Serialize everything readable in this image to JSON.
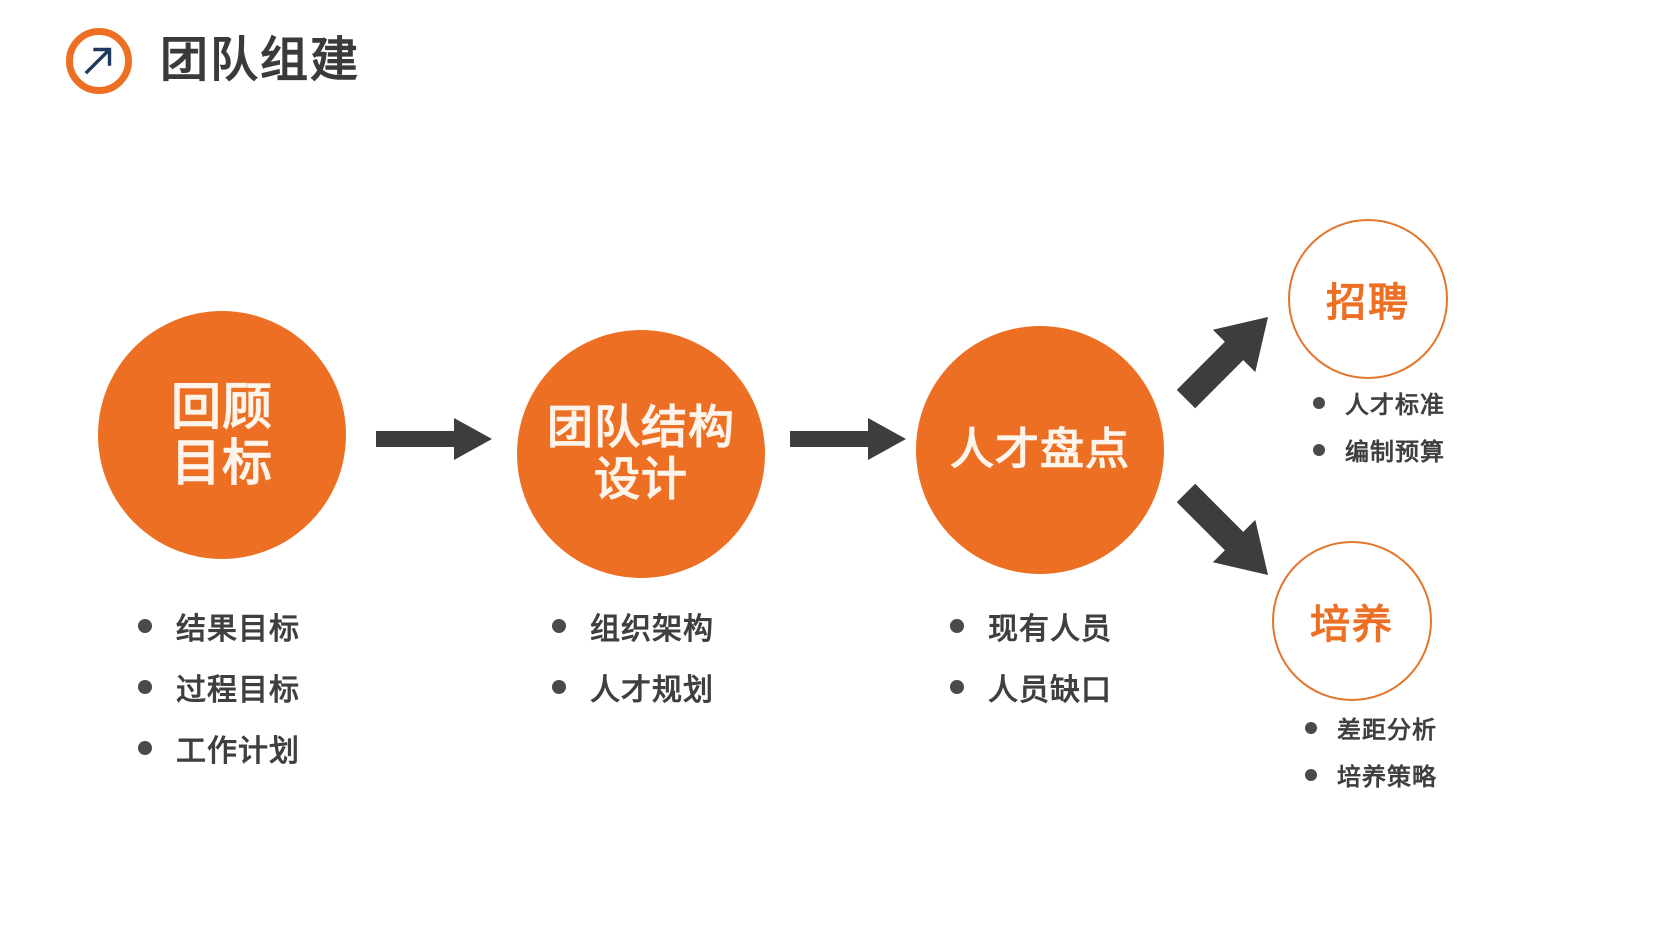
{
  "header": {
    "title": "团队组建",
    "icon": "arrow-up-right-icon",
    "icon_ring_color": "#ED6F23",
    "icon_arrow_color": "#1F3A5F",
    "title_color": "#3a3a3a"
  },
  "theme": {
    "accent_orange": "#ED6F23",
    "outline_orange": "#E2762C",
    "arrow_gray": "#3d3d3d",
    "text_dark": "#3f3f3f",
    "circle_text": "#fdf4ec",
    "background": "#ffffff"
  },
  "flow": {
    "steps": [
      {
        "id": "step-review-goals",
        "label": "回顾目标",
        "label_lines": [
          "回顾",
          "目标"
        ],
        "bullets": [
          "结果目标",
          "过程目标",
          "工作计划"
        ]
      },
      {
        "id": "step-team-structure-design",
        "label": "团队结构设计",
        "label_lines": [
          "团队结构",
          "设计"
        ],
        "bullets": [
          "组织架构",
          "人才规划"
        ]
      },
      {
        "id": "step-talent-inventory",
        "label": "人才盘点",
        "label_lines": [
          "人才盘点"
        ],
        "bullets": [
          "现有人员",
          "人员缺口"
        ]
      }
    ],
    "branches": [
      {
        "id": "branch-recruitment",
        "label": "招聘",
        "bullets": [
          "人才标准",
          "编制预算"
        ]
      },
      {
        "id": "branch-development",
        "label": "培养",
        "bullets": [
          "差距分析",
          "培养策略"
        ]
      }
    ],
    "connectors": [
      {
        "id": "arrow-step1-to-step2",
        "direction": "right"
      },
      {
        "id": "arrow-step2-to-step3",
        "direction": "right"
      },
      {
        "id": "arrow-step3-to-recruitment",
        "direction": "up-right"
      },
      {
        "id": "arrow-step3-to-development",
        "direction": "down-right"
      }
    ]
  }
}
